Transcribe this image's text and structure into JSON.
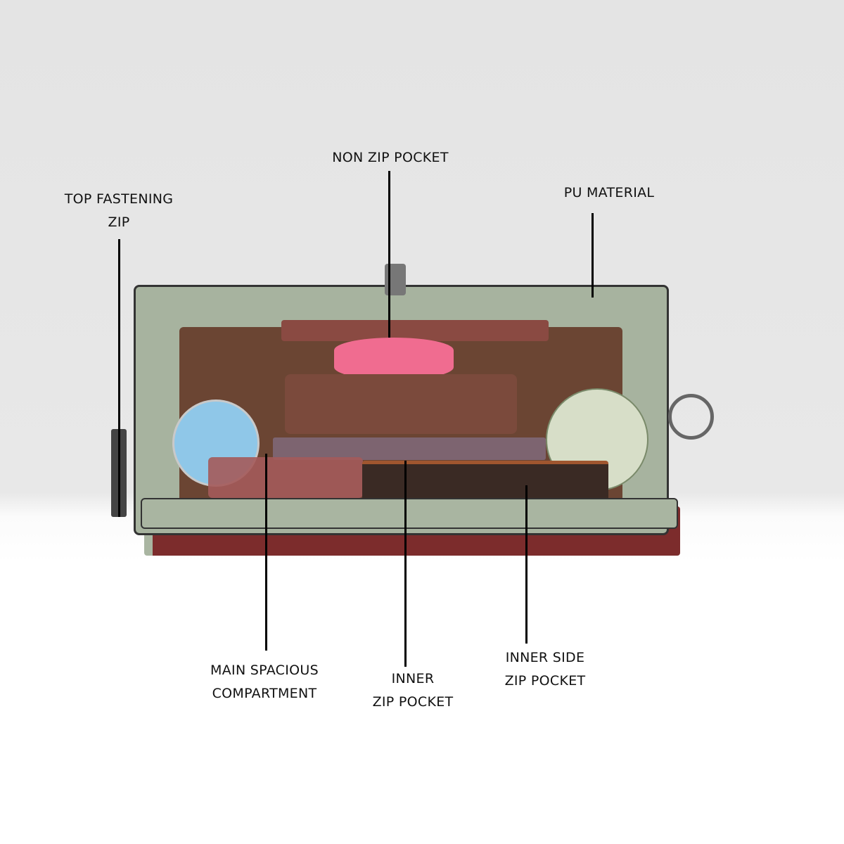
{
  "callouts": {
    "top_zip": {
      "line1": "TOP FASTENING",
      "line2": "ZIP"
    },
    "non_zip_pocket": {
      "line1": "NON ZIP POCKET"
    },
    "pu_material": {
      "line1": "PU MATERIAL"
    },
    "main_compartment": {
      "line1": "MAIN SPACIOUS",
      "line2": "COMPARTMENT"
    },
    "inner_zip_pocket": {
      "line1": "INNER",
      "line2": "ZIP POCKET"
    },
    "inner_side_zip_pocket": {
      "line1": "INNER SIDE",
      "line2": "ZIP POCKET"
    }
  },
  "colors": {
    "sage": "#a9b5a1",
    "lining": "#6e4a38",
    "maroon": "#7a2a2a",
    "pink": "#f06c90"
  }
}
